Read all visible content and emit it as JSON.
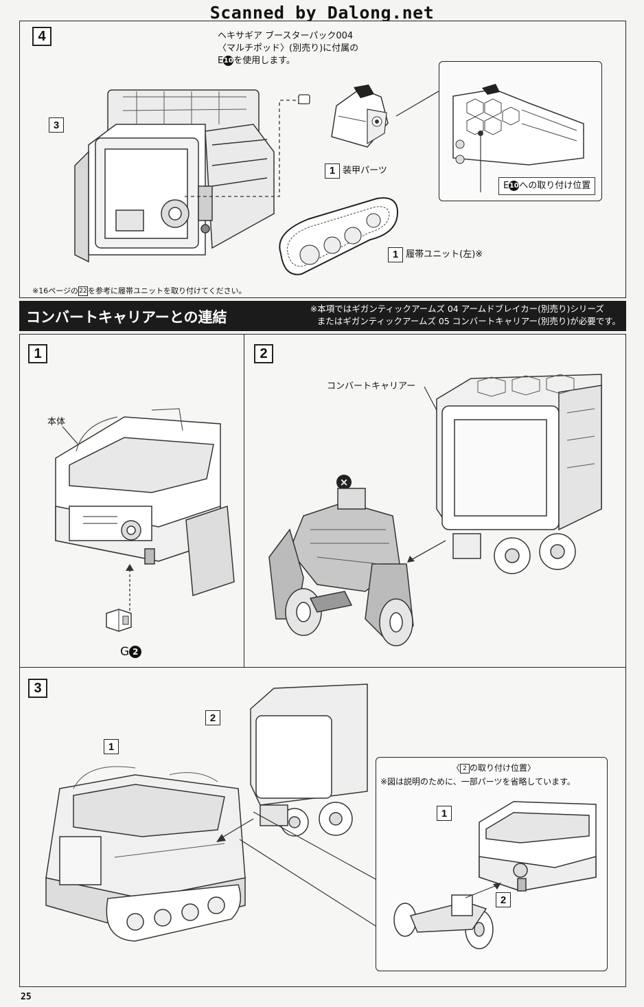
{
  "scanner_watermark": "Scanned by Dalong.net",
  "step4": {
    "number": "4",
    "part_ref": "3",
    "callout_line1": "ヘキサギア ブースターパック004",
    "callout_line2": "〈マルチポッド〉(別売り)に付属の",
    "callout_line3_prefix": "E",
    "callout_line3_num": "10",
    "callout_line3_suffix": "を使用します。",
    "armor_num": "1",
    "armor_label": "装甲パーツ",
    "mount_prefix": "E",
    "mount_num": "10",
    "mount_suffix": "への取り付け位置",
    "track_num": "1",
    "track_label": "履帯ユニット(左)※",
    "footnote_prefix": "※16ページの",
    "footnote_ref": "22",
    "footnote_suffix": "を参考に履帯ユニットを取り付けてください。"
  },
  "section": {
    "title": "コンバートキャリアーとの連結",
    "note_line1": "※本項ではギガンティックアームズ 04 アームドブレイカー(別売り)シリーズ",
    "note_line2": "またはギガンティックアームズ 05 コンバートキャリアー(別売り)が必要です。"
  },
  "step1": {
    "number": "1",
    "body_label": "本体",
    "part_letter": "G",
    "part_num": "2"
  },
  "step2": {
    "number": "2",
    "carrier_label": "コンバートキャリアー",
    "remove_mark": "×"
  },
  "step3": {
    "number": "3",
    "ref1": "1",
    "ref2": "2",
    "inset_title_prefix": "〈",
    "inset_title_ref": "2",
    "inset_title_suffix": "の取り付け位置〉",
    "inset_note": "※図は説明のために、一部パーツを省略しています。",
    "inset_ref1": "1",
    "inset_ref2": "2"
  },
  "page_number": "25"
}
